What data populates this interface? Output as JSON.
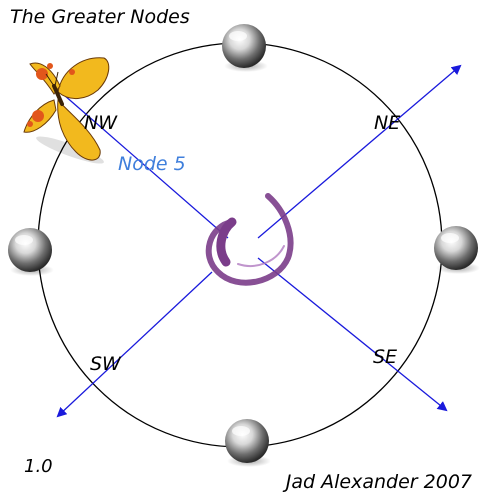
{
  "title": "The Greater Nodes",
  "version": "1.0",
  "author": "Jad Alexander 2007",
  "directions": {
    "nw": "NW",
    "ne": "NE",
    "sw": "SW",
    "se": "SE"
  },
  "node_label": "Node 5",
  "colors": {
    "circle": "#000000",
    "arrow": "#1a1adc",
    "node_label": "#3f7fdc",
    "center_swirl": "#7b3d8a",
    "butterfly_wing": "#f2b91e",
    "butterfly_spot": "#e2561b",
    "sphere": "#c8c8c8"
  },
  "icons": {
    "center": "swirl-icon",
    "decoration": "butterfly-icon",
    "nodes": "chrome-sphere-icon"
  }
}
